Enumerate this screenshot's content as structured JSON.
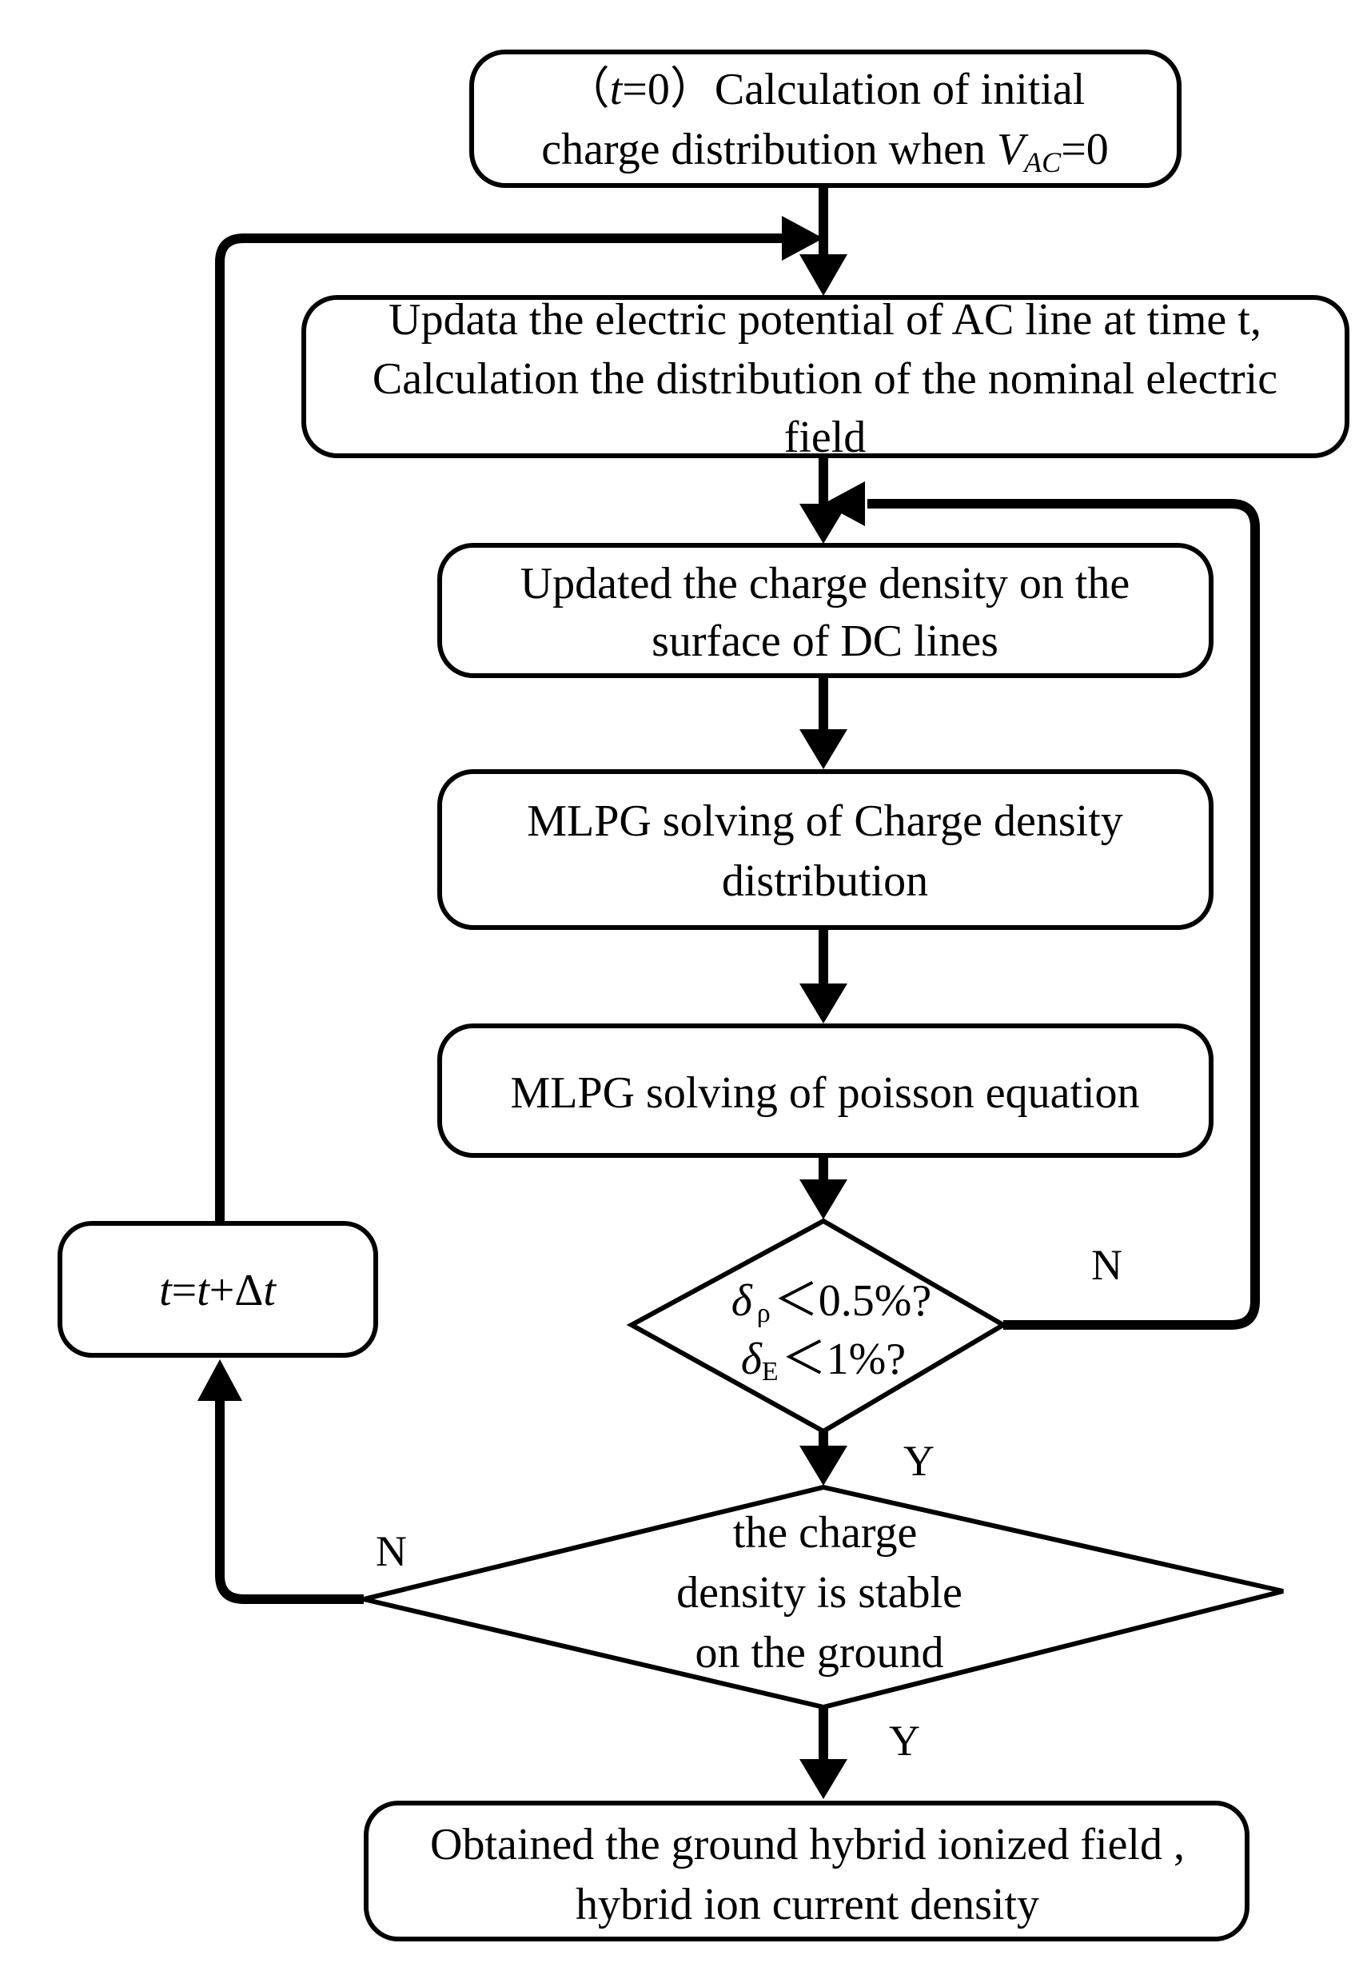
{
  "nodes": {
    "init": {
      "line1": {
        "open": "（",
        "var": "t",
        "mid": "=0）Calculation of initial"
      },
      "line2": {
        "text": "charge distribution when ",
        "var": "V",
        "sub": "AC",
        "tail": "=0"
      }
    },
    "update_potential": {
      "line1": "Updata the electric potential of AC line at time t,",
      "line2": "Calculation the distribution of the nominal electric",
      "line3": "field"
    },
    "update_charge": {
      "line1": "Updated the charge density on the",
      "line2": "surface of DC lines"
    },
    "mlpg_charge": {
      "line1": "MLPG solving of Charge density",
      "line2": "distribution"
    },
    "mlpg_poisson": {
      "line1": "MLPG solving of poisson equation"
    },
    "convergence": {
      "line1": {
        "sym": "δ",
        "sub": "ρ",
        "cond": "＜0.5%?"
      },
      "line2": {
        "sym": "δ",
        "sub": "E",
        "cond": "＜1%?"
      }
    },
    "stable": {
      "line1": "the charge",
      "line2": "density is stable",
      "line3": "on the ground"
    },
    "time_step": {
      "v1": "t",
      "eq": "=",
      "v2": "t",
      "plus": "+Δ",
      "v3": "t"
    },
    "result": {
      "line1": "Obtained the ground hybrid ionized field ,",
      "line2": "hybrid ion current density"
    }
  },
  "edge_labels": {
    "convergence_no": "N",
    "convergence_yes": "Y",
    "stable_no": "N",
    "stable_yes": "Y"
  }
}
